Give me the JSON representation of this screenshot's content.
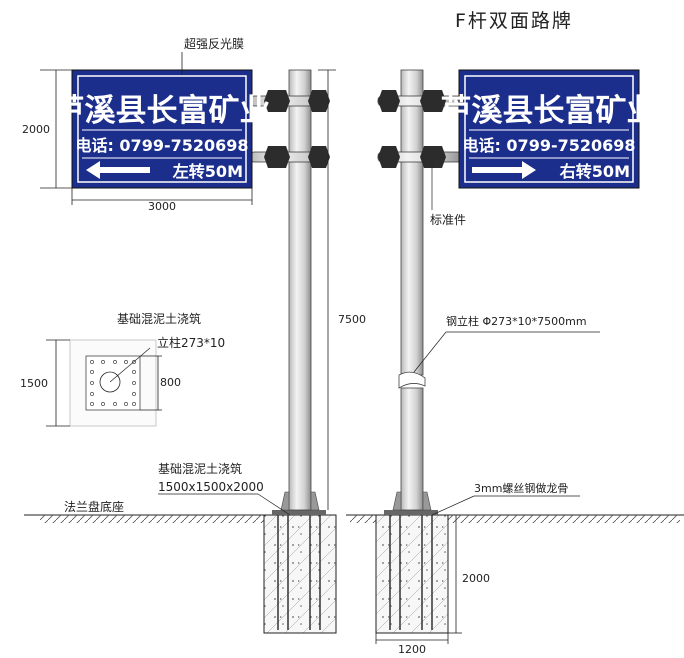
{
  "title": "F杆双面路牌",
  "sign_left": {
    "main_text": "芦溪县长富矿业",
    "phone": "电话: 0799-7520698",
    "direction": "左转50M"
  },
  "sign_right": {
    "main_text": "芦溪县长富矿业",
    "phone": "电话: 0799-7520698",
    "direction": "右转50M"
  },
  "labels": {
    "film": "超强反光膜",
    "standard_part": "标准件",
    "steel_pole": "钢立柱 Φ273*10*7500mm",
    "foundation_top": "基础混泥土浇筑",
    "column": "立柱273*10",
    "foundation_main_1": "基础混泥土浇筑",
    "foundation_main_2": "1500x1500x2000",
    "flange_base": "法兰盘底座",
    "rebar": "3mm螺丝钢做龙骨"
  },
  "dimensions": {
    "sign_height": "2000",
    "sign_width": "3000",
    "pole_height": "7500",
    "base_side": "1500",
    "base_plate": "800",
    "depth": "2000",
    "width": "1200"
  },
  "colors": {
    "sign_blue": "#1b2e8c",
    "sign_text": "#ffffff",
    "line": "#222222"
  }
}
